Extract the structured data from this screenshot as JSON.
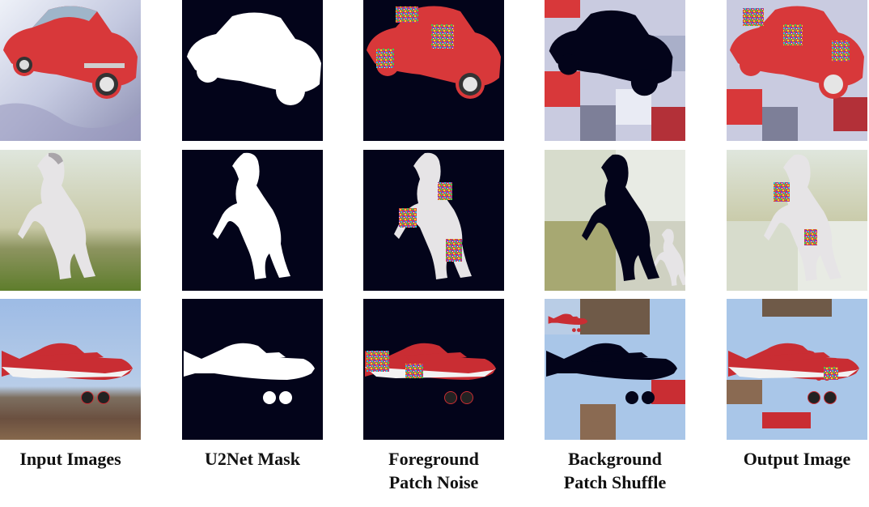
{
  "columns": [
    {
      "id": "input",
      "label_lines": [
        "Input Images"
      ]
    },
    {
      "id": "mask",
      "label_lines": [
        "U2Net Mask"
      ]
    },
    {
      "id": "noise",
      "label_lines": [
        "Foreground",
        "Patch Noise"
      ]
    },
    {
      "id": "shuffle",
      "label_lines": [
        "Background",
        "Patch Shuffle"
      ]
    },
    {
      "id": "output",
      "label_lines": [
        "Output Image"
      ]
    }
  ],
  "rows": [
    {
      "id": "car",
      "subject": "red-vintage-car"
    },
    {
      "id": "horse",
      "subject": "white-rearing-horse"
    },
    {
      "id": "plane",
      "subject": "red-white-airplane"
    }
  ],
  "colors": {
    "mask_background": "#03041a",
    "mask_foreground": "#ffffff",
    "car_body": "#d8383a",
    "horse_body": "#e6e4e6",
    "plane_body": "#c92d33",
    "sky_blue": "#a9c6e8"
  }
}
